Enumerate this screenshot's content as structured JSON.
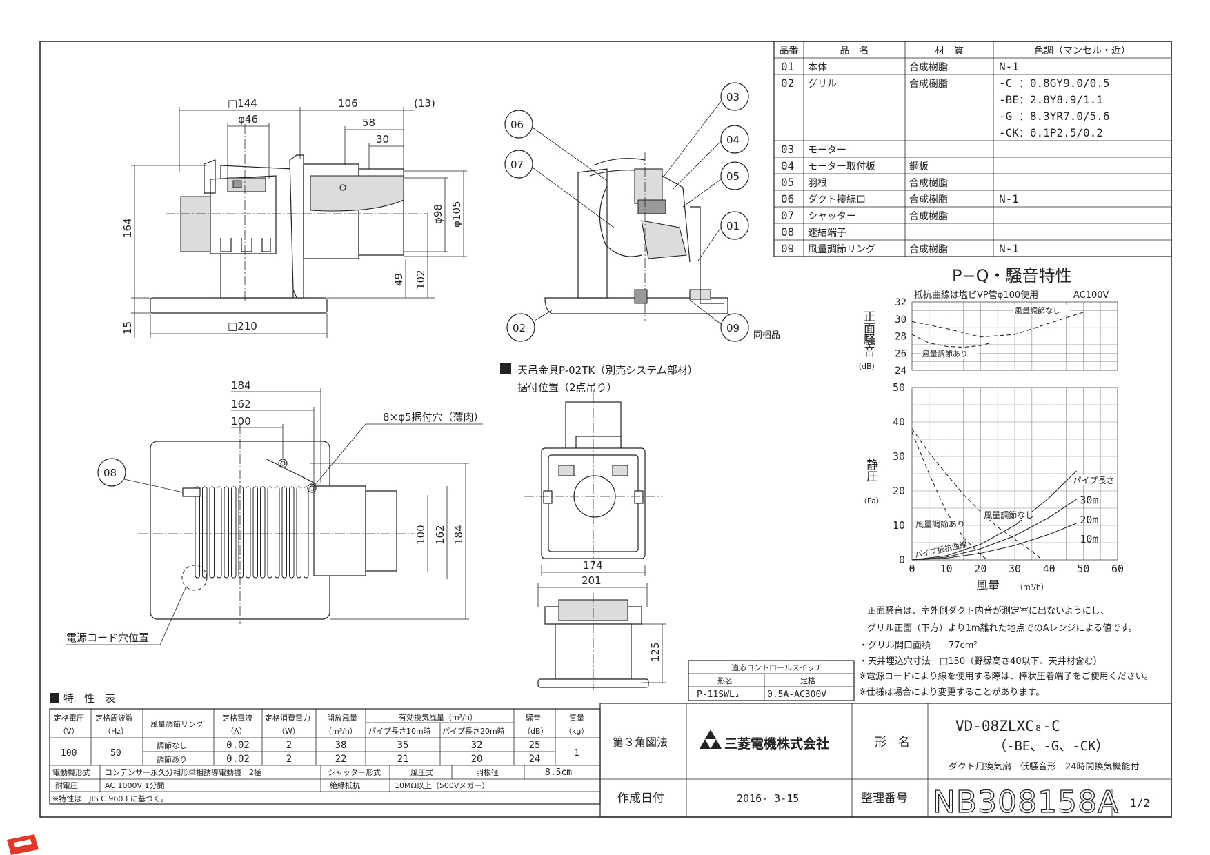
{
  "top_view": {
    "dim_144": "□144",
    "dim_46": "φ46",
    "dim_106": "106",
    "dim_58": "58",
    "dim_13": "(13)",
    "dim_30": "30",
    "dim_164": "164",
    "dim_98": "φ98",
    "dim_105": "φ105",
    "dim_49": "49",
    "dim_102": "102",
    "dim_15": "15",
    "dim_210": "□210"
  },
  "section_view": {
    "callouts": [
      "06",
      "07",
      "03",
      "04",
      "05",
      "01",
      "02",
      "09"
    ],
    "bundled": "同梱品"
  },
  "plan_view": {
    "dim_184": "184",
    "dim_162": "162",
    "dim_100": "100",
    "hole_note": "8×φ5据付穴（薄肉）",
    "callout_08": "08",
    "dim_v100": "100",
    "dim_v162": "162",
    "dim_v184": "184",
    "cord_note": "電源コード穴位置"
  },
  "hanger": {
    "title": "天吊金具P-02TK（別売システム部材）",
    "subtitle": "据付位置（2点吊り）",
    "dim_174": "174",
    "dim_201": "201",
    "dim_125": "125"
  },
  "parts_table": {
    "headers": [
      "品番",
      "品　名",
      "材　質",
      "色調（マンセル・近）"
    ],
    "rows": [
      {
        "no": "01",
        "name": "本体",
        "material": "合成樹脂",
        "color": [
          "N-1"
        ]
      },
      {
        "no": "02",
        "name": "グリル",
        "material": "合成樹脂",
        "color": [
          "-C ：0.8GY9.0/0.5",
          "-BE：2.8Y8.9/1.1",
          "-G ：8.3YR7.0/5.6",
          "-CK：6.1P2.5/0.2"
        ]
      },
      {
        "no": "03",
        "name": "モーター",
        "material": "",
        "color": []
      },
      {
        "no": "04",
        "name": "モーター取付板",
        "material": "鋼板",
        "color": []
      },
      {
        "no": "05",
        "name": "羽根",
        "material": "合成樹脂",
        "color": []
      },
      {
        "no": "06",
        "name": "ダクト接続口",
        "material": "合成樹脂",
        "color": [
          "N-1"
        ]
      },
      {
        "no": "07",
        "name": "シャッター",
        "material": "合成樹脂",
        "color": []
      },
      {
        "no": "08",
        "name": "速結端子",
        "material": "",
        "color": []
      },
      {
        "no": "09",
        "name": "風量調節リング",
        "material": "合成樹脂",
        "color": [
          "N-1"
        ]
      }
    ]
  },
  "chart_data": [
    {
      "type": "line",
      "title": "P−Q・騒音特性",
      "note": "抵抗曲線は塩ビVP管φ100使用",
      "voltage": "AC100V",
      "ylabel": "正面騒音",
      "yunit": "（dB）",
      "ylim": [
        24,
        32
      ],
      "yticks": [
        "32",
        "30",
        "28",
        "26",
        "24"
      ],
      "xlim": [
        0,
        60
      ],
      "grid": true,
      "series": [
        {
          "name": "風量調節なし",
          "x": [
            0,
            10,
            20,
            30,
            40,
            50
          ],
          "y": [
            29.7,
            28.9,
            27.9,
            28.2,
            29.5,
            30.8
          ]
        },
        {
          "name": "風量調節あり",
          "x": [
            0,
            5,
            10,
            15,
            20,
            23
          ],
          "y": [
            28.2,
            27.2,
            26.8,
            26.7,
            26.9,
            27.2
          ]
        }
      ]
    },
    {
      "type": "line",
      "ylabel": "静圧",
      "yunit": "（Pa）",
      "xlabel": "風量",
      "xunit": "（m³/h）",
      "xlim": [
        0,
        60
      ],
      "ylim": [
        0,
        50
      ],
      "xticks": [
        "0",
        "10",
        "20",
        "30",
        "40",
        "50",
        "60"
      ],
      "yticks": [
        "50",
        "40",
        "30",
        "20",
        "10",
        "0"
      ],
      "grid": true,
      "pipe_length_label": "パイプ長さ",
      "pipe_curve_label": "パイプ抵抗曲線",
      "series": [
        {
          "name": "風量調節なし",
          "x": [
            0,
            5,
            10,
            15,
            20,
            25,
            30,
            35,
            38
          ],
          "y": [
            38,
            31,
            25,
            19,
            14,
            9.5,
            6,
            2.5,
            0
          ]
        },
        {
          "name": "風量調節あり",
          "x": [
            0,
            5,
            10,
            15,
            20,
            22
          ],
          "y": [
            37,
            25,
            14,
            6.5,
            1.5,
            0
          ]
        },
        {
          "name": "30m",
          "x": [
            0,
            10,
            20,
            30,
            40,
            48
          ],
          "y": [
            0,
            1.2,
            4.5,
            10,
            18,
            25.8
          ]
        },
        {
          "name": "20m",
          "x": [
            0,
            10,
            20,
            30,
            40,
            48
          ],
          "y": [
            0,
            0.8,
            3.2,
            7,
            12.3,
            17.6
          ]
        },
        {
          "name": "10m",
          "x": [
            0,
            10,
            20,
            30,
            40,
            48
          ],
          "y": [
            0,
            0.5,
            1.9,
            4.2,
            7.4,
            10.6
          ]
        }
      ]
    }
  ],
  "notes": [
    "正面騒音は、室外側ダクト内音が測定室に出ないようにし、",
    "グリル正面（下方）より1m離れた地点でのAレンジによる値です。",
    "・グリル開口面積　　77cm²",
    "・天井埋込穴寸法　□150（野縁高さ40以下、天井材含む）",
    "※電源コードにより線を使用する際は、棒状圧着端子をご使用ください。",
    "※仕様は場合により変更することがあります。"
  ],
  "switch_table": {
    "title": "適応コントロールスイッチ",
    "col1": "形名",
    "col2": "定格",
    "model": "P-11SWL₂",
    "rating": "0.5A-AC300V"
  },
  "spec_table": {
    "title": "特　性　表",
    "h_voltage": "定格電圧",
    "h_voltage_unit": "（V）",
    "h_freq": "定格周波数",
    "h_freq_unit": "（Hz）",
    "h_ring": "風量調節リング",
    "h_current": "定格電流",
    "h_current_unit": "（A）",
    "h_power": "定格消費電力",
    "h_power_unit": "（W）",
    "h_open": "開放風量",
    "h_open_unit": "（m³/h）",
    "h_eff": "有効換気風量（m³/h）",
    "h_eff10": "パイプ長さ10m時",
    "h_eff20": "パイプ長さ20m時",
    "h_noise": "騒音",
    "h_noise_unit": "（dB）",
    "h_mass": "質量",
    "h_mass_unit": "（kg）",
    "voltage": "100",
    "freq": "50",
    "mass": "1",
    "rows": [
      {
        "ring": "調節なし",
        "current": "0.02",
        "power": "2",
        "open": "38",
        "eff10": "35",
        "eff20": "32",
        "noise": "25"
      },
      {
        "ring": "調節あり",
        "current": "0.02",
        "power": "2",
        "open": "22",
        "eff10": "21",
        "eff20": "20",
        "noise": "24"
      }
    ],
    "motor_label": "電動機形式",
    "motor_value": "コンデンサー永久分相形単相誘導電動機　2極",
    "shutter_label": "シャッター形式",
    "shutter_value": "風圧式",
    "blade_label": "羽根径",
    "blade_value": "8.5cm",
    "withstand_label": "耐電圧",
    "withstand_value": "AC 1000V 1分間",
    "insul_label": "絶縁抵抗",
    "insul_value": "10MΩ以上（500Vメガー）",
    "footnote": "※特性は　JIS C 9603 に基づく。"
  },
  "title_block": {
    "projection": "第３角図法",
    "company": "三菱電機株式会社",
    "model_label": "形　名",
    "model_1": "VD-08ZLXC₈-C",
    "model_2": "（-BE、-G、-CK）",
    "description": "ダクト用換気扇　低騒音形　24時間換気機能付",
    "date_label": "作成日付",
    "date": "2016- 3-15",
    "ref_label": "整理番号",
    "ref": "NB308158A",
    "sheet": "1/2"
  }
}
